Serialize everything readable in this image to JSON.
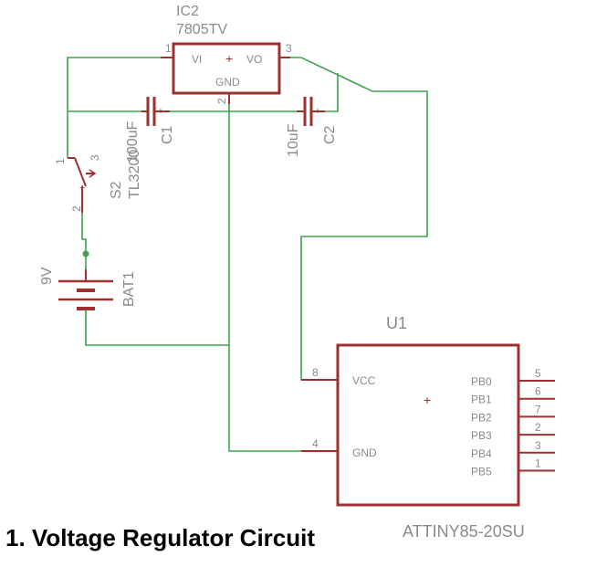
{
  "colors": {
    "wire": "#3fa34d",
    "part": "#9e3030",
    "label": "#8a8a8a",
    "caption": "#000000"
  },
  "parts": {
    "ic2": {
      "name": "IC2",
      "value": "7805TV",
      "pin_vi": "VI",
      "pin_vo": "VO",
      "pin_gnd": "GND",
      "pin1": "1",
      "pin2": "2",
      "pin3": "3"
    },
    "c1": {
      "name": "C1",
      "value": "100uF"
    },
    "c2": {
      "name": "C2",
      "value": "10uF"
    },
    "s2": {
      "name": "S2",
      "value": "TL3200",
      "pin1": "1",
      "pin2": "2",
      "pin3": "3"
    },
    "bat1": {
      "name": "BAT1",
      "value": "9V"
    },
    "u1": {
      "name": "U1",
      "value": "ATTINY85-20SU",
      "vcc_label": "VCC",
      "gnd_label": "GND",
      "vcc_pin": "8",
      "gnd_pin": "4",
      "right_pins": [
        {
          "label": "PB0",
          "num": "5"
        },
        {
          "label": "PB1",
          "num": "6"
        },
        {
          "label": "PB2",
          "num": "7"
        },
        {
          "label": "PB3",
          "num": "2"
        },
        {
          "label": "PB4",
          "num": "3"
        },
        {
          "label": "PB5",
          "num": "1"
        }
      ]
    }
  },
  "caption": "1. Voltage Regulator Circuit"
}
